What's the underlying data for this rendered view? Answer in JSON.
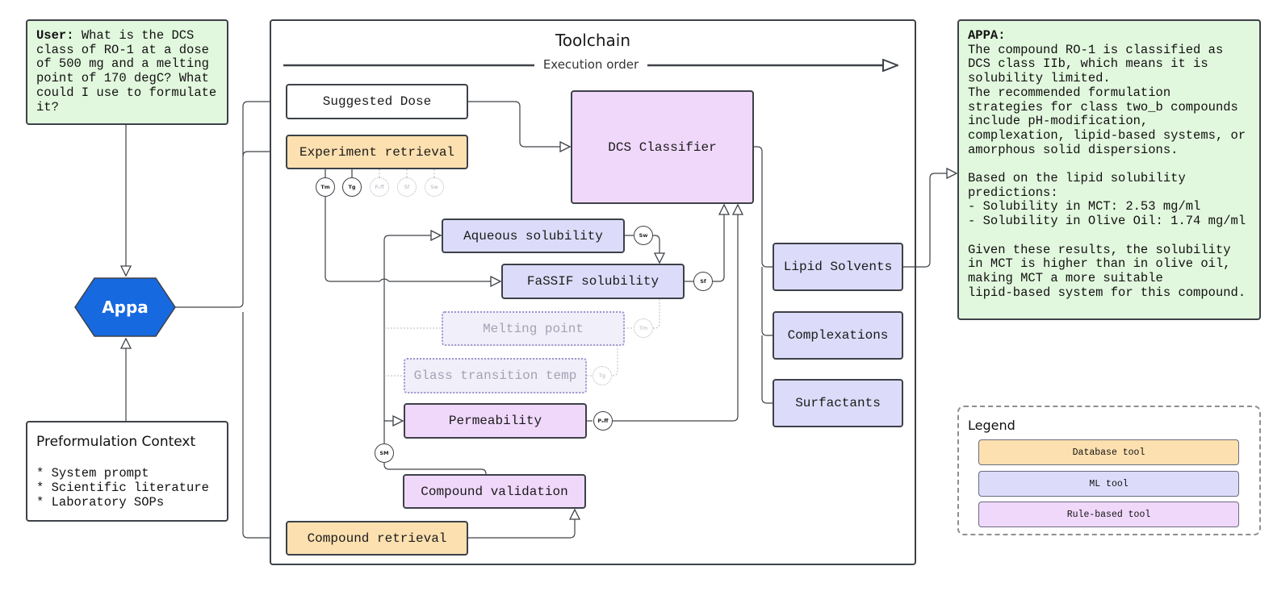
{
  "user_query": {
    "speaker": "User:",
    "text": "What is the DCS\nclass of RO-1 at a dose\nof 500 mg and a melting\npoint of 170 degC? What\ncould I use to formulate\nit?"
  },
  "agent": {
    "name": "Appa"
  },
  "context": {
    "title": "Preformulation Context",
    "items": "* System prompt\n* Scientific literature\n* Laboratory SOPs"
  },
  "toolchain": {
    "title": "Toolchain",
    "execution_label": "Execution order",
    "suggested_dose": "Suggested Dose",
    "experiment_retrieval": "Experiment retrieval",
    "dcs_classifier": "DCS Classifier",
    "aqueous_solubility": "Aqueous solubility",
    "fassif_solubility": "FaSSIF solubility",
    "melting_point": "Melting point",
    "glass_transition": "Glass transition temp",
    "permeability": "Permeability",
    "compound_validation": "Compound validation",
    "compound_retrieval": "Compound retrieval",
    "lipid_solvents": "Lipid Solvents",
    "complexations": "Complexations",
    "surfactants": "Surfactants"
  },
  "badges": {
    "tm": "Tm",
    "tg": "Tg",
    "peff": "Pₑff",
    "sf": "Sf",
    "sw": "Sw",
    "sm": "SM"
  },
  "response": {
    "speaker": "APPA:",
    "text": "The compound RO-1 is classified as\nDCS class IIb, which means it is\nsolubility limited.\nThe recommended formulation\nstrategies for class two_b compounds\ninclude pH-modification,\ncomplexation, lipid-based systems, or\namorphous solid dispersions.\n\nBased on the lipid solubility\npredictions:\n- Solubility in MCT: 2.53 mg/ml\n- Solubility in Olive Oil: 1.74 mg/ml\n\nGiven these results, the solubility\nin MCT is higher than in olive oil,\nmaking MCT a more suitable\nlipid-based system for this compound."
  },
  "legend": {
    "title": "Legend",
    "database_tool": "Database tool",
    "ml_tool": "ML tool",
    "rule_tool": "Rule-based tool"
  },
  "colors": {
    "database": "#fde0b0",
    "ml": "#dcdcfa",
    "rule": "#f0d8fb",
    "note": "#e2f8de",
    "agent": "#1769e0"
  }
}
